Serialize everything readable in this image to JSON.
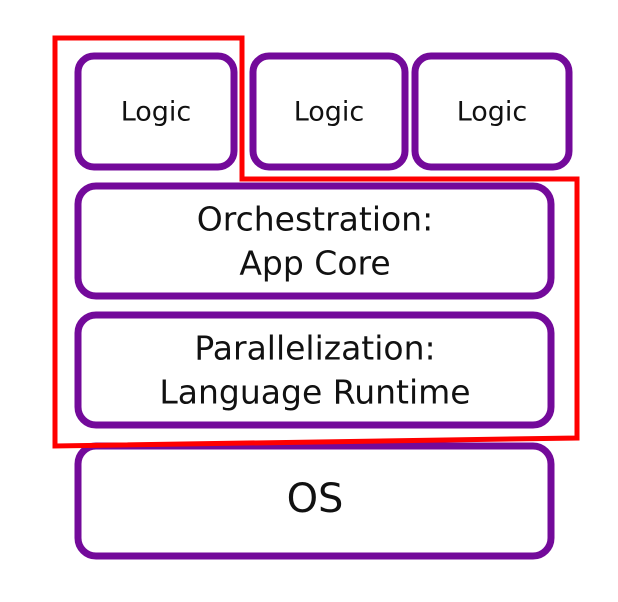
{
  "colors": {
    "block_border": "#730a9a",
    "highlight_border": "#ff0000",
    "text": "#111111",
    "background": "#ffffff"
  },
  "diagram": {
    "logic_blocks": [
      "Logic",
      "Logic",
      "Logic"
    ],
    "orchestration": {
      "line1": "Orchestration:",
      "line2": "App Core"
    },
    "parallelization": {
      "line1": "Parallelization:",
      "line2": "Language Runtime"
    },
    "os": "OS"
  }
}
